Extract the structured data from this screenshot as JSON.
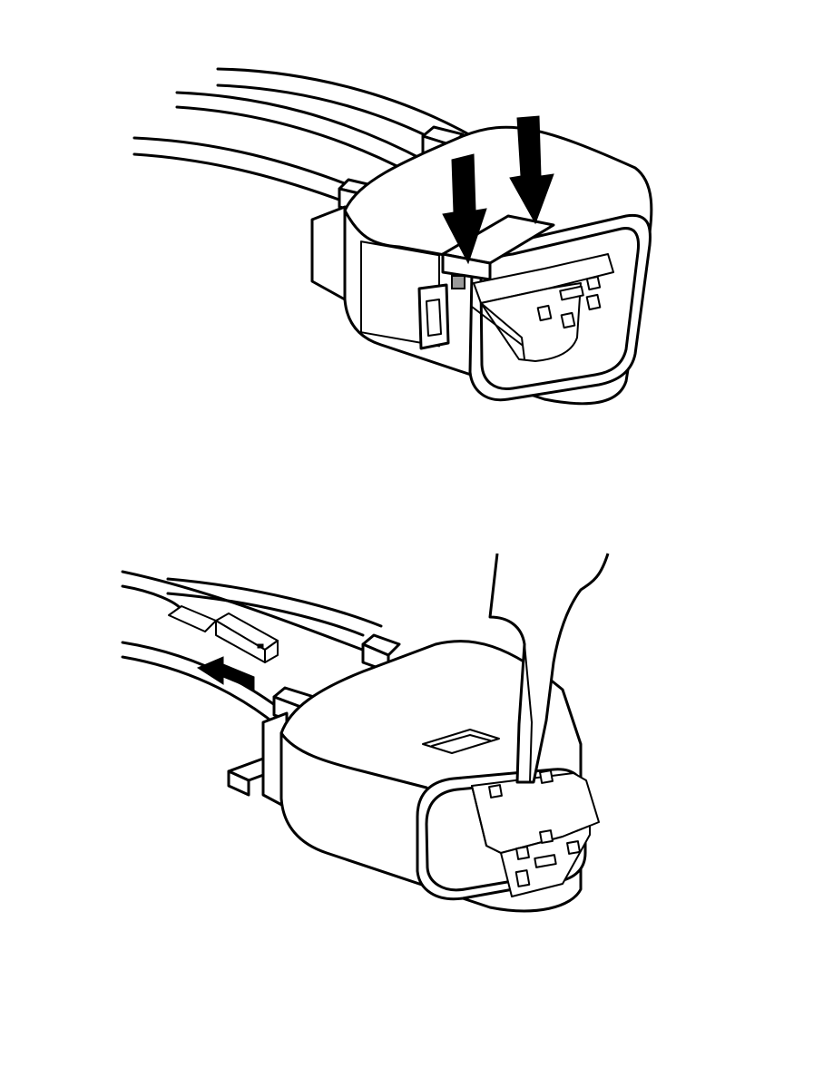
{
  "page": {
    "background": "#ffffff",
    "ink": "#000000"
  },
  "figures": [
    {
      "id": "top",
      "arrows": 2,
      "icon": "connector-lock-release-arrows"
    },
    {
      "id": "bottom",
      "arrows": 1,
      "icon": "terminal-removal-tool"
    }
  ]
}
